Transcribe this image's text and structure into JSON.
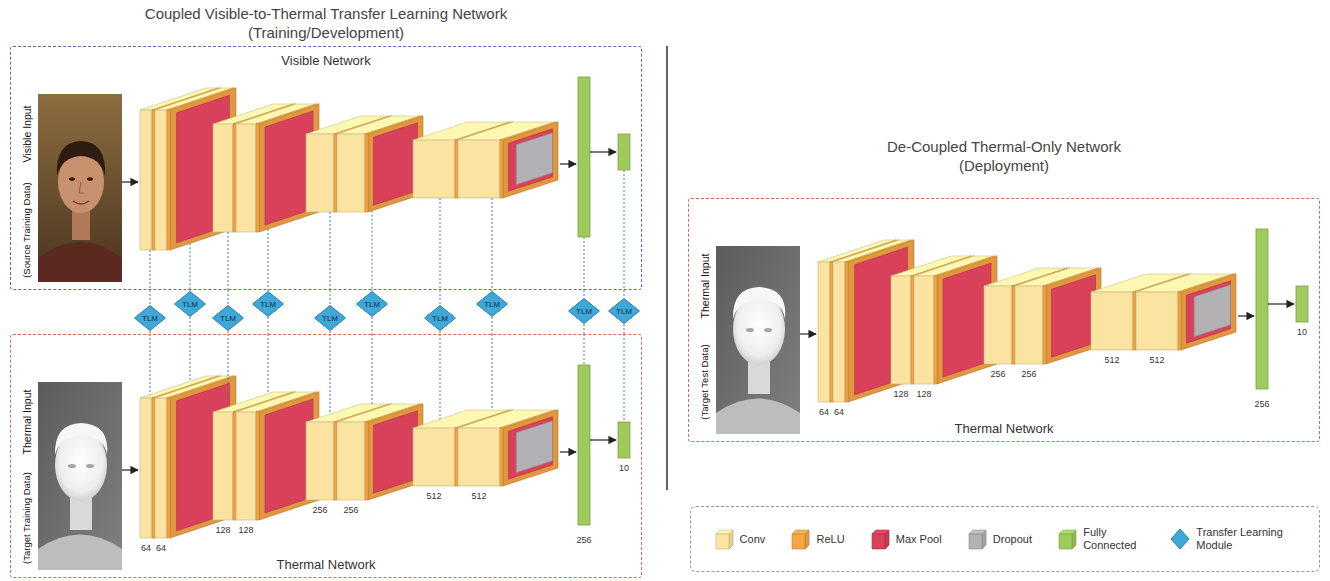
{
  "diagram": {
    "title": "Coupled Visible-to-Thermal Transfer Learning Network (Training/Development)",
    "nodes": [
      {
        "text": [
          "Visible Network"
        ]
      },
      {
        "text": [
          "Visible Input",
          "(Source Training Data)"
        ],
        "in": 0
      },
      {
        "text": [
          "TLM"
        ]
      },
      {
        "text": [
          "TLM"
        ]
      },
      {
        "text": [
          "TLM"
        ]
      },
      {
        "text": [
          "TLM"
        ]
      },
      {
        "text": [
          "TLM"
        ]
      },
      {
        "text": [
          "TLM"
        ]
      },
      {
        "text": [
          "TLM"
        ]
      },
      {
        "text": [
          "TLM"
        ]
      },
      {
        "text": [
          "TLM"
        ]
      },
      {
        "text": [
          "TLM"
        ]
      },
      {
        "text": [
          "Thermal Network"
        ]
      },
      {
        "text": [
          "Thermal Input",
          "(Target Training Data)"
        ],
        "in": 12
      },
      {
        "text": [
          "De-Coupled Thermal-Only Network (Deployment)",
          "Thermal Network"
        ]
      },
      {
        "text": [
          "Thermal Input",
          "(Target Test Data)"
        ],
        "in": 14
      }
    ],
    "edges": [
      {
        "from": 0,
        "to": 2,
        "arrow": "none"
      },
      {
        "from": 2,
        "to": 12,
        "arrow": "none"
      },
      {
        "from": 0,
        "to": 3,
        "arrow": "none"
      },
      {
        "from": 3,
        "to": 12,
        "arrow": "none"
      },
      {
        "from": 0,
        "to": 4,
        "arrow": "none"
      },
      {
        "from": 4,
        "to": 12,
        "arrow": "none"
      },
      {
        "from": 0,
        "to": 5,
        "arrow": "none"
      },
      {
        "from": 5,
        "to": 12,
        "arrow": "none"
      },
      {
        "from": 0,
        "to": 6,
        "arrow": "none"
      },
      {
        "from": 6,
        "to": 12,
        "arrow": "none"
      },
      {
        "from": 0,
        "to": 7,
        "arrow": "none"
      },
      {
        "from": 7,
        "to": 12,
        "arrow": "none"
      },
      {
        "from": 0,
        "to": 8,
        "arrow": "none"
      },
      {
        "from": 8,
        "to": 12,
        "arrow": "none"
      },
      {
        "from": 0,
        "to": 9,
        "arrow": "none"
      },
      {
        "from": 9,
        "to": 12,
        "arrow": "none"
      },
      {
        "from": 0,
        "to": 10,
        "arrow": "none"
      },
      {
        "from": 10,
        "to": 12,
        "arrow": "none"
      },
      {
        "from": 0,
        "to": 11,
        "arrow": "none"
      },
      {
        "from": 11,
        "to": 12,
        "arrow": "none"
      }
    ],
    "labels": [
      "64",
      "64",
      "128",
      "128",
      "256",
      "256",
      "512",
      "512",
      "256",
      "10",
      "64",
      "64",
      "128",
      "128",
      "256",
      "256",
      "512",
      "512",
      "256",
      "10"
    ],
    "legend": [
      {
        "text": "Conv",
        "color": "#fbe3a1"
      },
      {
        "text": "ReLU",
        "color": "#f6a544"
      },
      {
        "text": "Max Pool",
        "color": "#d9415a"
      },
      {
        "text": "Dropout",
        "color": "#b3b1b3"
      },
      {
        "text": "Fully Connected",
        "color": "#9fcb5c"
      },
      {
        "text": "Transfer Learning Module"
      }
    ]
  }
}
